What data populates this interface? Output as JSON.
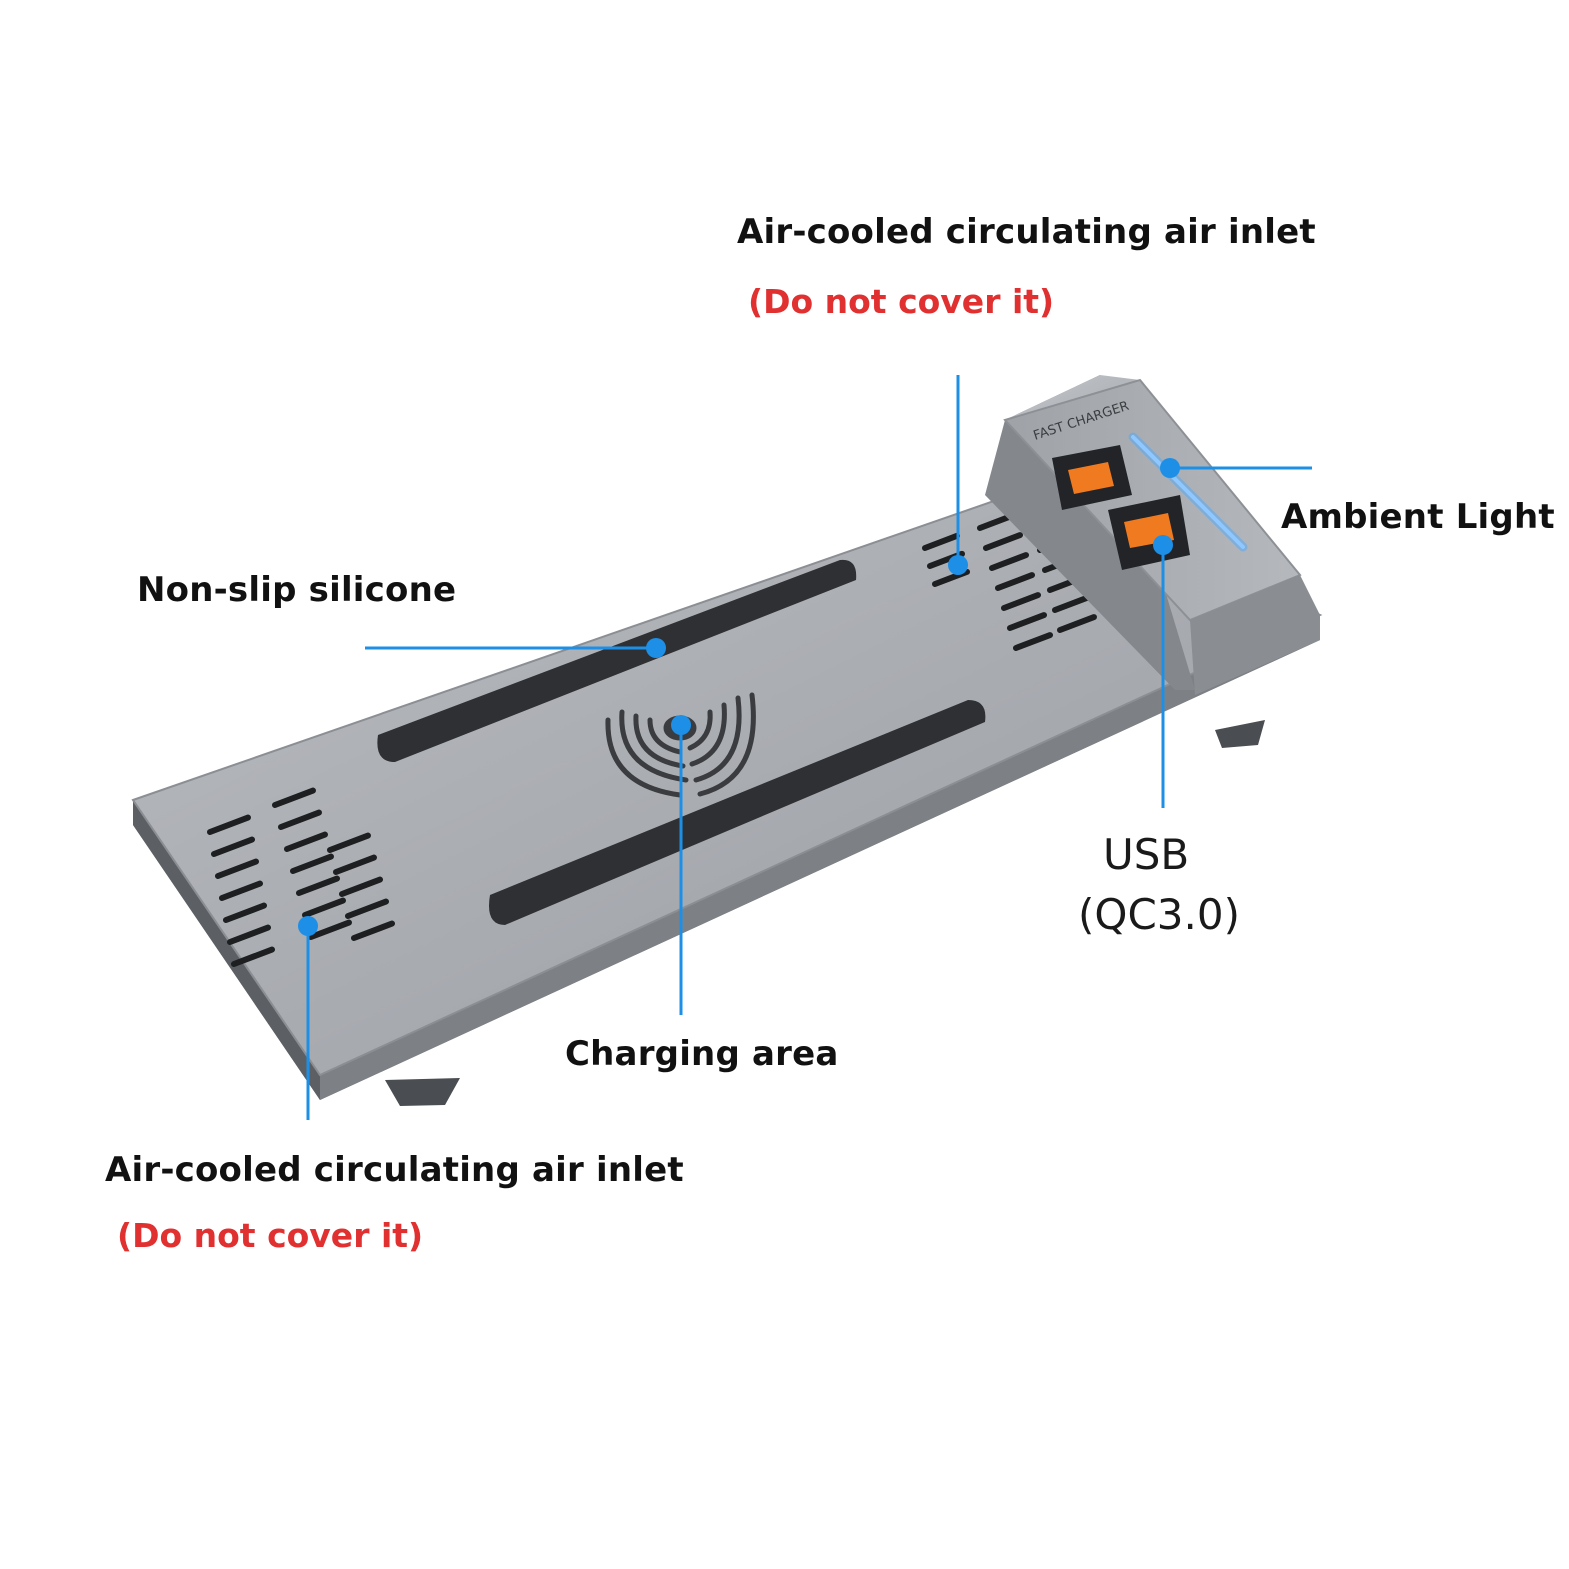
{
  "labels": {
    "top_inlet": "Air-cooled circulating air inlet",
    "top_inlet_warning": "(Do not cover it)",
    "non_slip": "Non-slip silicone",
    "ambient_light": "Ambient Light",
    "usb_line1": "USB",
    "usb_line2": "(QC3.0)",
    "charging_area": "Charging area",
    "bottom_inlet": "Air-cooled circulating air inlet",
    "bottom_inlet_warning": "(Do not cover it)"
  },
  "device": {
    "module_print": "FAST CHARGER"
  },
  "colors": {
    "callout_blue": "#1e8fe6",
    "warning_red": "#e03030",
    "usb_orange": "#f07a20",
    "ambient_glow": "#4aa8ff",
    "body_gray": "#9a9ea3"
  }
}
